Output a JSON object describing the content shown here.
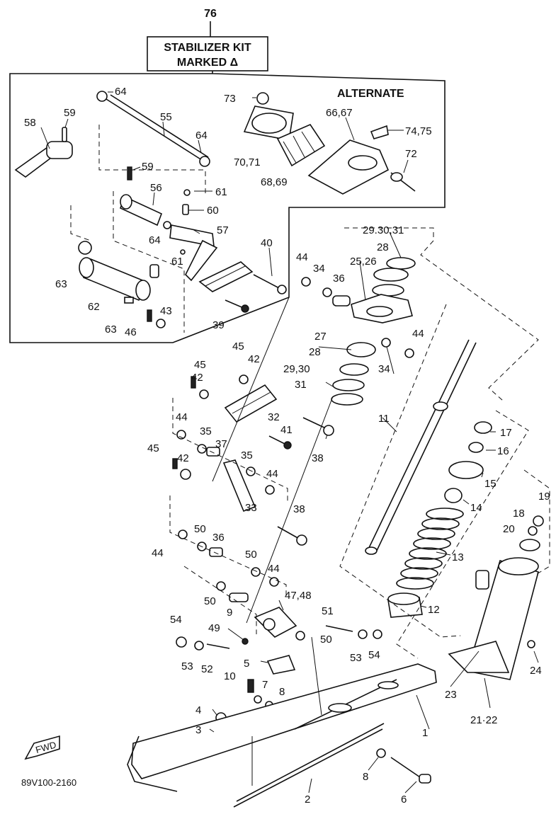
{
  "kit": {
    "number": "76",
    "title_line1": "STABILIZER KIT",
    "title_line2": "MARKED Δ",
    "alternate": "ALTERNATE"
  },
  "footer_code": "89V100-2160",
  "fwd_label": "FWD",
  "labels": {
    "p1": "1",
    "p2": "2",
    "p3": "3",
    "p4": "4",
    "p5": "5",
    "p6": "6",
    "p7": "7",
    "p8a": "8",
    "p8b": "8",
    "p9": "9",
    "p10": "10",
    "p11": "11",
    "p12": "12",
    "p13": "13",
    "p14": "14",
    "p15": "15",
    "p16": "16",
    "p17": "17",
    "p18": "18",
    "p19": "19",
    "p20": "20",
    "p21": "21·22",
    "p23": "23",
    "p24": "24",
    "p2526": "25,26",
    "p27": "27",
    "p28a": "28",
    "p28b": "28",
    "p2930a": "29,30",
    "p293031": "29.30,31",
    "p31": "31",
    "p32": "32",
    "p33": "33",
    "p34a": "34",
    "p34b": "34",
    "p35a": "35",
    "p35b": "35",
    "p36a": "36",
    "p36b": "36",
    "p37": "37",
    "p38a": "38",
    "p38b": "38",
    "p39": "39",
    "p40": "40",
    "p41": "41",
    "p42a": "42",
    "p42b": "42",
    "p42c": "42",
    "p43": "43",
    "p44a": "44",
    "p44b": "44",
    "p44c": "44",
    "p44d": "44",
    "p44e": "44",
    "p44f": "44",
    "p45a": "45",
    "p45b": "45",
    "p45c": "45",
    "p46": "46",
    "p4748": "47,48",
    "p49": "49",
    "p50a": "50",
    "p50b": "50",
    "p50c": "50",
    "p50d": "50",
    "p51": "51",
    "p52": "52",
    "p53a": "53",
    "p53b": "53",
    "p54a": "54",
    "p54b": "54",
    "p55": "55",
    "p56": "56",
    "p57": "57",
    "p58": "58",
    "p59a": "59",
    "p59b": "59",
    "p60": "60",
    "p61a": "61",
    "p61b": "61",
    "p62": "62",
    "p63a": "63",
    "p63b": "63",
    "p64a": "64",
    "p64b": "64",
    "p64c": "64",
    "p6667": "66,67",
    "p6869": "68,69",
    "p7071": "70,71",
    "p72": "72",
    "p73": "73",
    "p7475": "74,75"
  }
}
